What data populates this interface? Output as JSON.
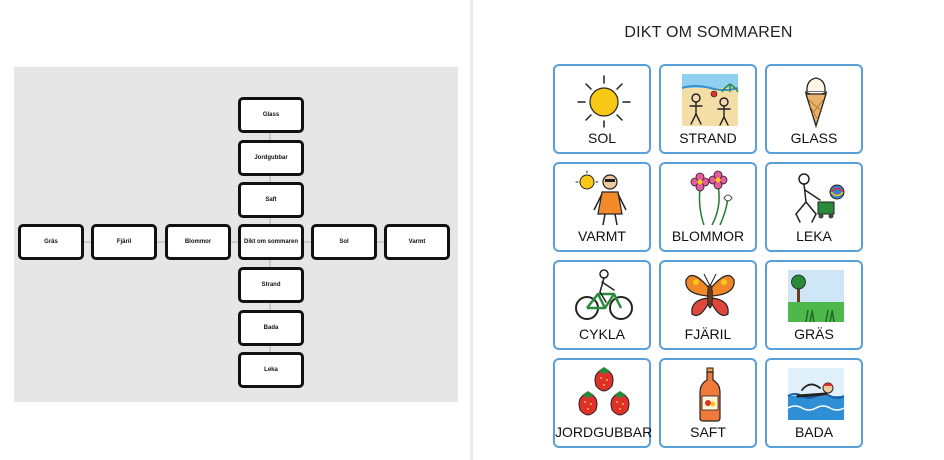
{
  "mindmap": {
    "center": "Dikt om sommaren",
    "up": [
      "Saft",
      "Jordgubbar",
      "Glass"
    ],
    "down": [
      "Strand",
      "Bada",
      "Leka"
    ],
    "left": [
      "Blommor",
      "Fjäril",
      "Gräs"
    ],
    "right": [
      "Sol",
      "Varmt"
    ]
  },
  "board": {
    "title": "DIKT OM SOMMAREN",
    "cards": [
      {
        "label": "SOL",
        "icon": "sun-icon"
      },
      {
        "label": "STRAND",
        "icon": "beach-icon"
      },
      {
        "label": "GLASS",
        "icon": "ice-cream-icon"
      },
      {
        "label": "VARMT",
        "icon": "warm-icon"
      },
      {
        "label": "BLOMMOR",
        "icon": "flowers-icon"
      },
      {
        "label": "LEKA",
        "icon": "play-icon"
      },
      {
        "label": "CYKLA",
        "icon": "bicycle-icon"
      },
      {
        "label": "FJÄRIL",
        "icon": "butterfly-icon"
      },
      {
        "label": "GRÄS",
        "icon": "grass-icon"
      },
      {
        "label": "JORDGUBBAR",
        "icon": "strawberries-icon"
      },
      {
        "label": "SAFT",
        "icon": "juice-bottle-icon"
      },
      {
        "label": "BADA",
        "icon": "swimming-icon"
      }
    ],
    "border_color": "#5aa0d8"
  }
}
